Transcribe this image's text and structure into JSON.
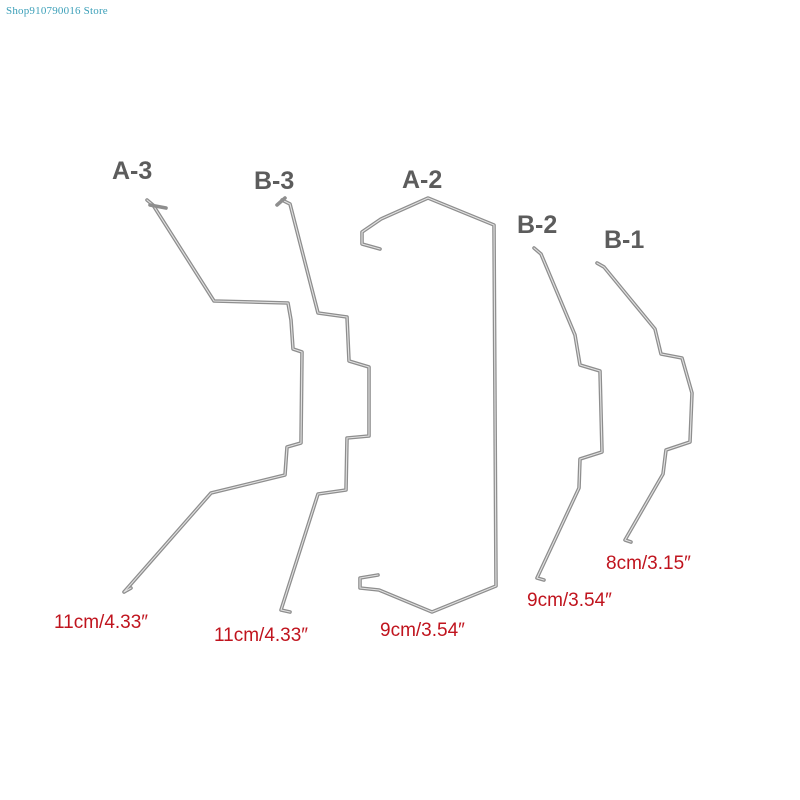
{
  "watermark": "Shop910790016 Store",
  "products": [
    {
      "code": "A-3",
      "size": "11cm/4.33″"
    },
    {
      "code": "B-3",
      "size": "11cm/4.33″"
    },
    {
      "code": "A-2",
      "size": "9cm/3.54″"
    },
    {
      "code": "B-2",
      "size": "9cm/3.54″"
    },
    {
      "code": "B-1",
      "size": "8cm/3.15″"
    }
  ],
  "colors": {
    "code_text": "#5c5c5c",
    "size_text": "#c0141e",
    "watermark": "#3b9fb8",
    "wire": "#8e8e8e"
  }
}
